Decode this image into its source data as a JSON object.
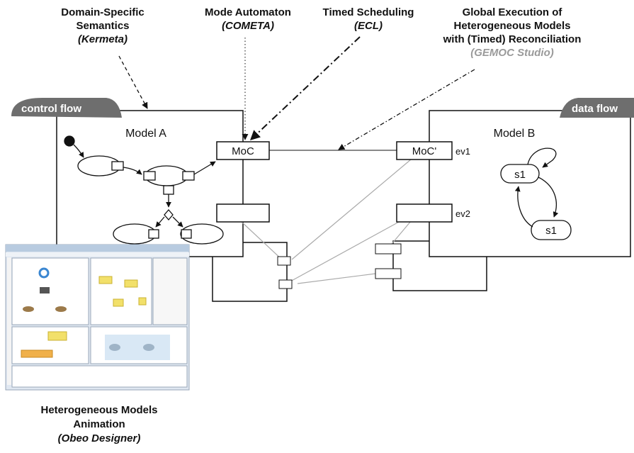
{
  "annotations": {
    "domain_specific": {
      "line1": "Domain-Specific",
      "line2": "Semantics",
      "tool": "(Kermeta)"
    },
    "mode_automaton": {
      "line1": "Mode Automaton",
      "tool": "(COMETA)"
    },
    "timed_scheduling": {
      "line1": "Timed Scheduling",
      "tool": "(ECL)"
    },
    "global_execution": {
      "line1": "Global Execution of",
      "line2": "Heterogeneous Models",
      "line3": "with (Timed) Reconciliation",
      "tool": "(GEMOC Studio)"
    }
  },
  "tags": {
    "control_flow": "control flow",
    "data_flow": "data flow"
  },
  "model_a": {
    "title": "Model A",
    "moc": "MoC"
  },
  "model_b": {
    "title": "Model B",
    "moc": "MoC'",
    "event1": "ev1",
    "event2": "ev2",
    "state1": "s1",
    "state2": "s1"
  },
  "animation": {
    "line1": "Heterogeneous Models",
    "line2": "Animation",
    "tool": "(Obeo Designer)"
  },
  "colors": {
    "ink": "#111111",
    "tag_fill": "#6e6e6e",
    "grey_text": "#9a9a9a",
    "connector": "#aaaaaa"
  }
}
